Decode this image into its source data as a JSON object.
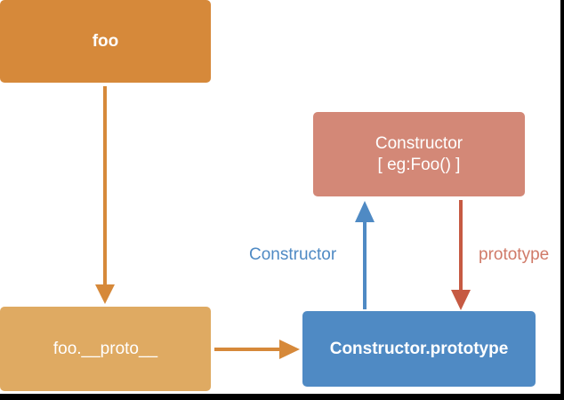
{
  "nodes": {
    "foo": {
      "label": "foo",
      "color": "#D6893A"
    },
    "foo_proto": {
      "label": "foo.__proto__",
      "color": "#DFAA62"
    },
    "constructor": {
      "line1": "Constructor",
      "line2": "[ eg:Foo() ]",
      "color": "#D38877"
    },
    "constructor_prototype": {
      "label": "Constructor.prototype",
      "color": "#4F8AC4"
    }
  },
  "edges": {
    "constructor_label": "Constructor",
    "constructor_color": "#4F8AC4",
    "prototype_label": "prototype",
    "prototype_color": "#C65A43",
    "proto_color": "#D6893A"
  }
}
